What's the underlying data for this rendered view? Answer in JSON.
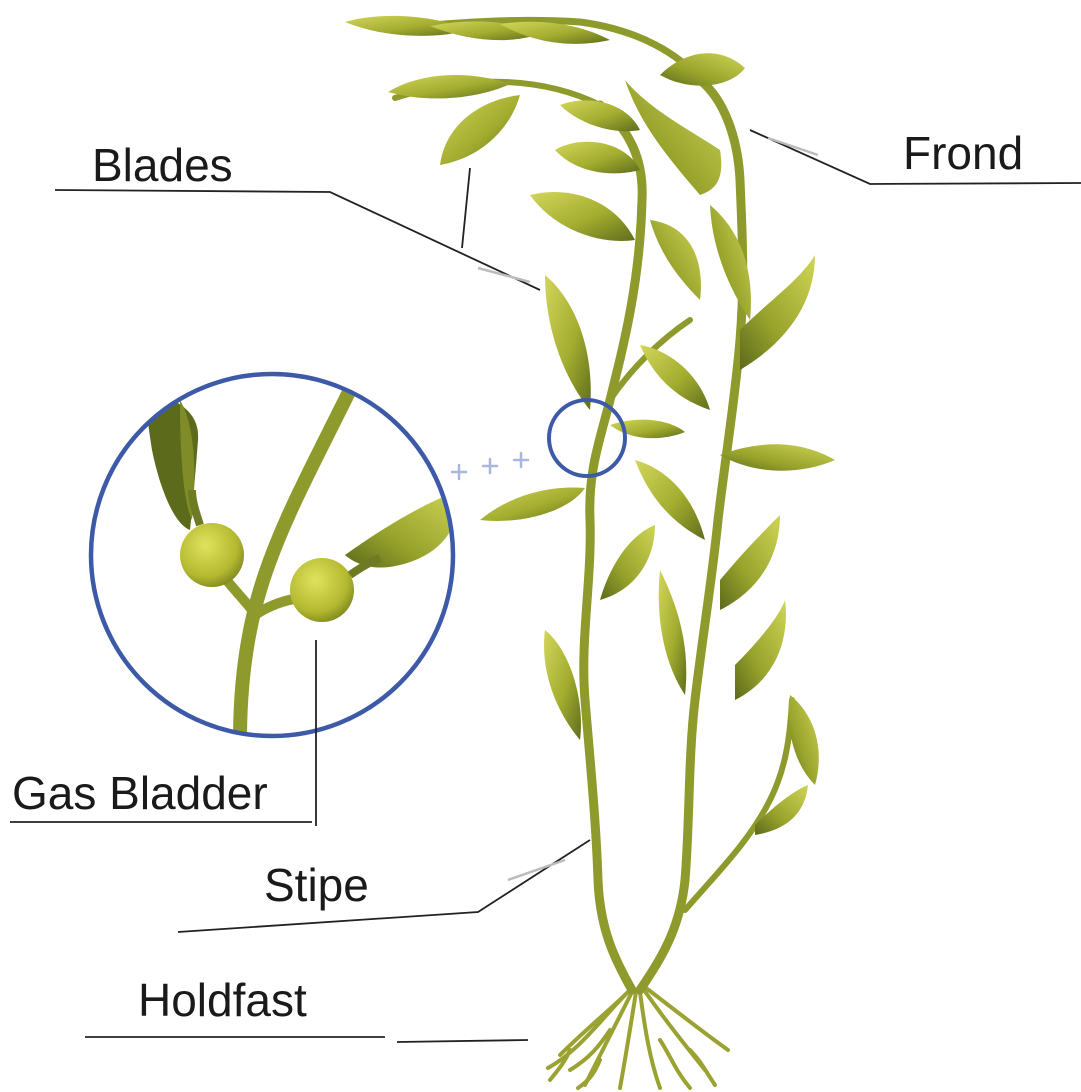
{
  "labels": {
    "blades": "Blades",
    "frond": "Frond",
    "gas_bladder": "Gas Bladder",
    "stipe": "Stipe",
    "holdfast": "Holdfast"
  },
  "colors": {
    "stem": "#8f9a2c",
    "leaf_light": "#c4cb46",
    "leaf_dark": "#5f6d1c",
    "bladder": "#c9ce3c",
    "circle": "#3d5aa8",
    "leader_line": "#222222"
  }
}
